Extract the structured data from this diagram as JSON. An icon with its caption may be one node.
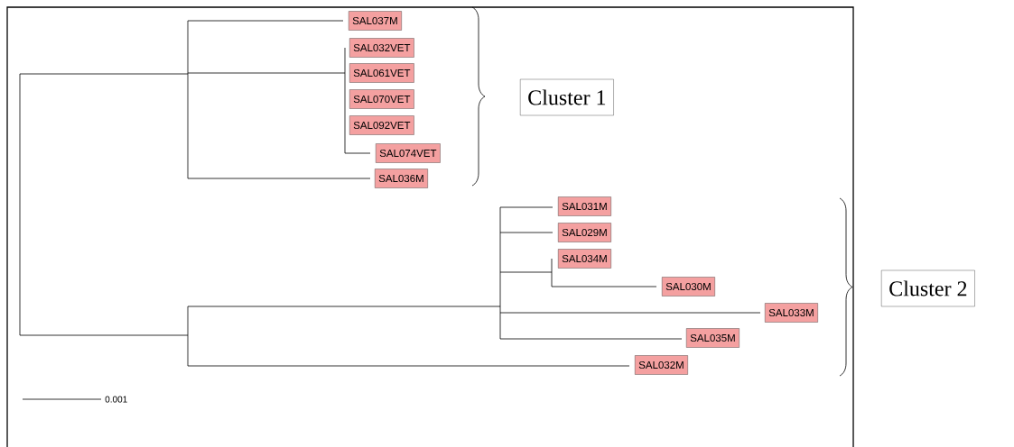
{
  "diagram": {
    "nodes": [
      {
        "text": [
          "SAL037M"
        ]
      },
      {
        "text": [
          "SAL032VET"
        ]
      },
      {
        "text": [
          "SAL061VET"
        ]
      },
      {
        "text": [
          "SAL070VET"
        ]
      },
      {
        "text": [
          "SAL092VET"
        ]
      },
      {
        "text": [
          "SAL074VET"
        ]
      },
      {
        "text": [
          "SAL036M"
        ]
      },
      {
        "text": [
          "Cluster 1"
        ]
      },
      {
        "text": [
          "SAL031M"
        ]
      },
      {
        "text": [
          "SAL029M"
        ]
      },
      {
        "text": [
          "SAL034M"
        ]
      },
      {
        "text": [
          "SAL030M"
        ]
      },
      {
        "text": [
          "SAL033M"
        ]
      },
      {
        "text": [
          "SAL035M"
        ]
      },
      {
        "text": [
          "SAL032M"
        ]
      },
      {
        "text": [
          "Cluster 2"
        ]
      }
    ],
    "labels": [
      "0.001"
    ]
  }
}
